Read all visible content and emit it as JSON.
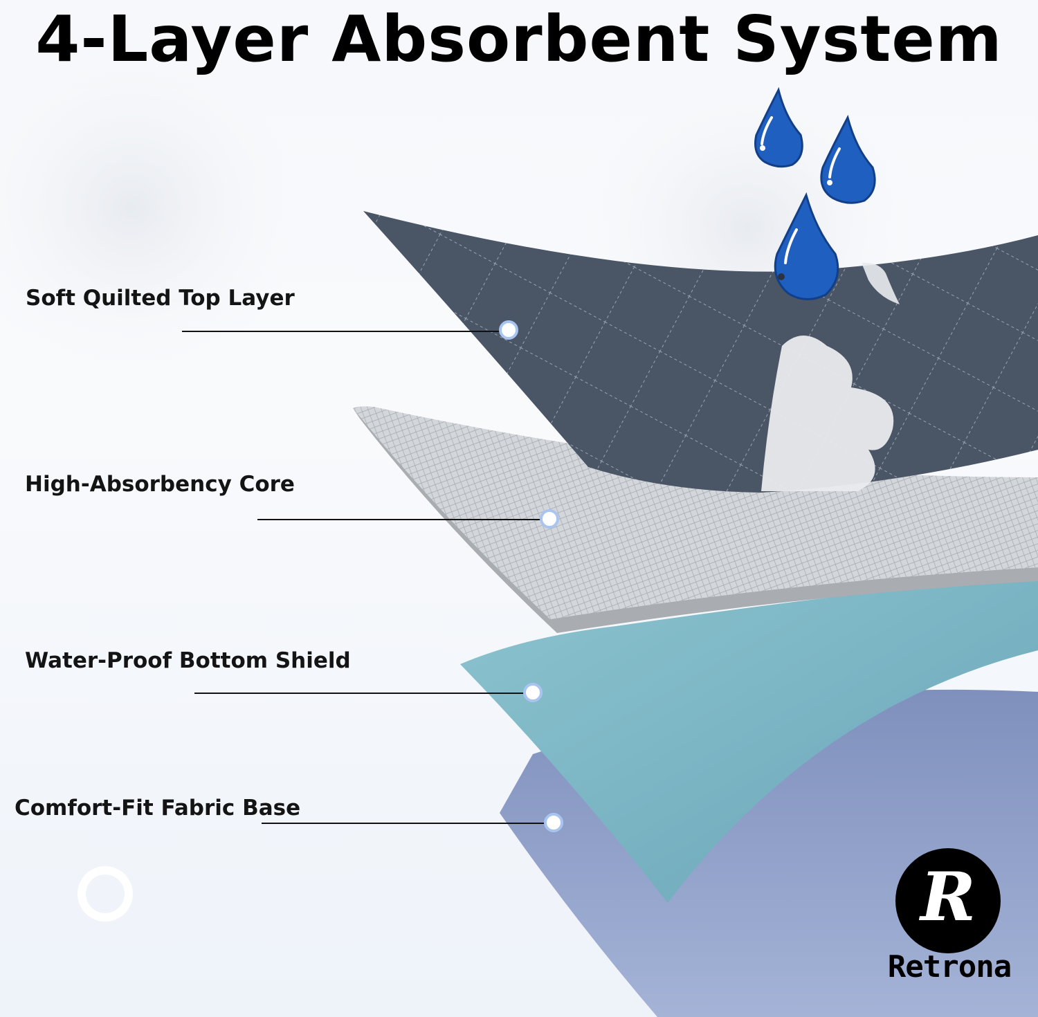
{
  "title": "4-Layer Absorbent System",
  "layers": [
    {
      "label": "Soft Quilted Top Layer"
    },
    {
      "label": "High-Absorbency Core"
    },
    {
      "label": "Water-Proof Bottom Shield"
    },
    {
      "label": "Comfort-Fit Fabric Base"
    }
  ],
  "brand": {
    "name": "Retrona",
    "monogram": "R"
  },
  "colors": {
    "quilted_layer": "#4a5566",
    "core_layer": "#c9cdd2",
    "shield_layer": "#7fb6c4",
    "base_layer": "#8f9fc6",
    "water_drop": "#1f5fbf"
  },
  "icons": [
    "water-drop-icon",
    "callout-dot-icon",
    "retrona-logo-icon",
    "ring-icon"
  ]
}
